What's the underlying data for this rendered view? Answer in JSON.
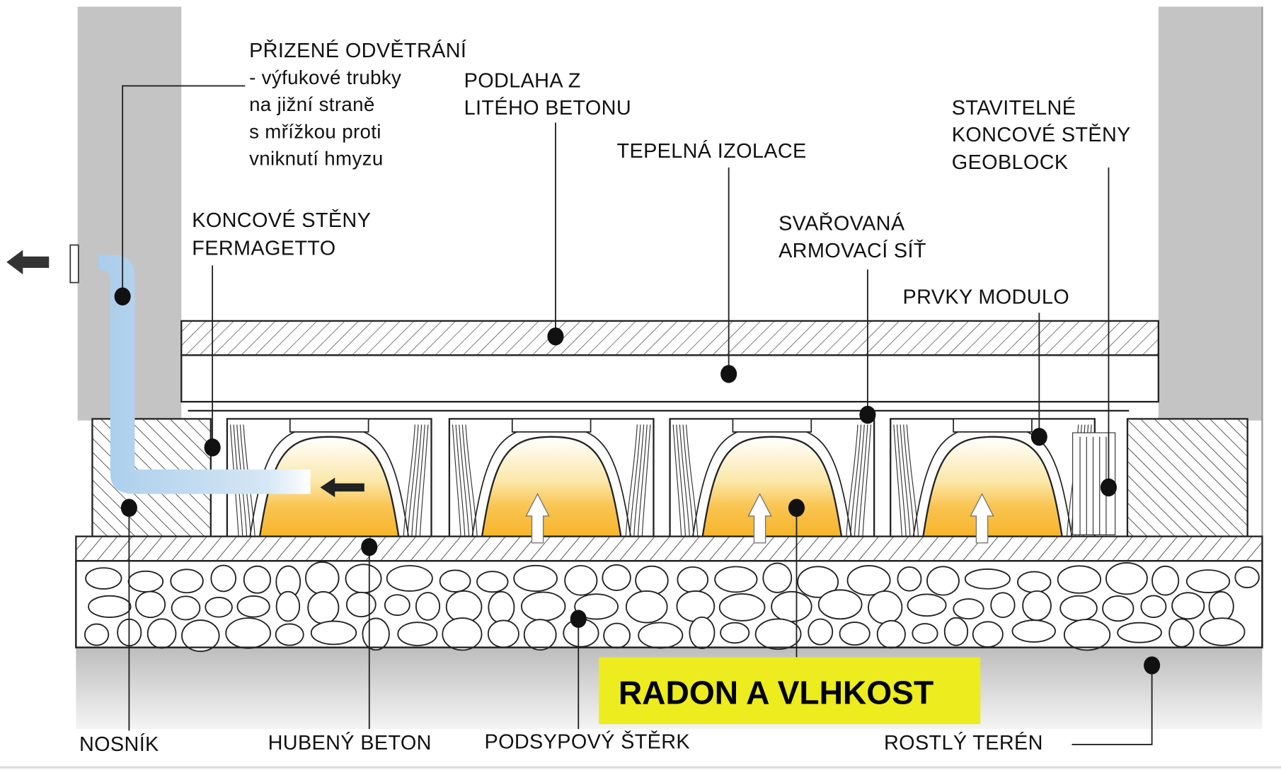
{
  "labels": {
    "ventilation_title": "PŘIZENÉ ODVĚTRÁNÍ",
    "ventilation_lines": [
      "- výfukové trubky",
      "na jižní straně",
      "s mřížkou proti",
      "vniknutí hmyzu"
    ],
    "floor": [
      "PODLAHA Z",
      "LITÉHO BETONU"
    ],
    "insulation": "TEPELNÁ IZOLACE",
    "geoblock": [
      "STAVITELNÉ",
      "KONCOVÉ STĚNY",
      "GEOBLOCK"
    ],
    "fermagetto": [
      "KONCOVÉ STĚNY",
      "FERMAGETTO"
    ],
    "mesh": [
      "SVAŘOVANÁ",
      "ARMOVACÍ SÍŤ"
    ],
    "modulo": "PRVKY MODULO",
    "beam": "NOSNÍK",
    "lean_concrete": "HUBENÝ BETON",
    "gravel": "PODSYPOVÝ ŠTĚRK",
    "radon": "RADON A VLHKOST",
    "ground": "ROSTLÝ TERÉN"
  },
  "colors": {
    "wall": "#c4c4c4",
    "pipe": "#a9cdec",
    "radon_fill": "#f7b52c",
    "highlight": "#ecec1e"
  }
}
